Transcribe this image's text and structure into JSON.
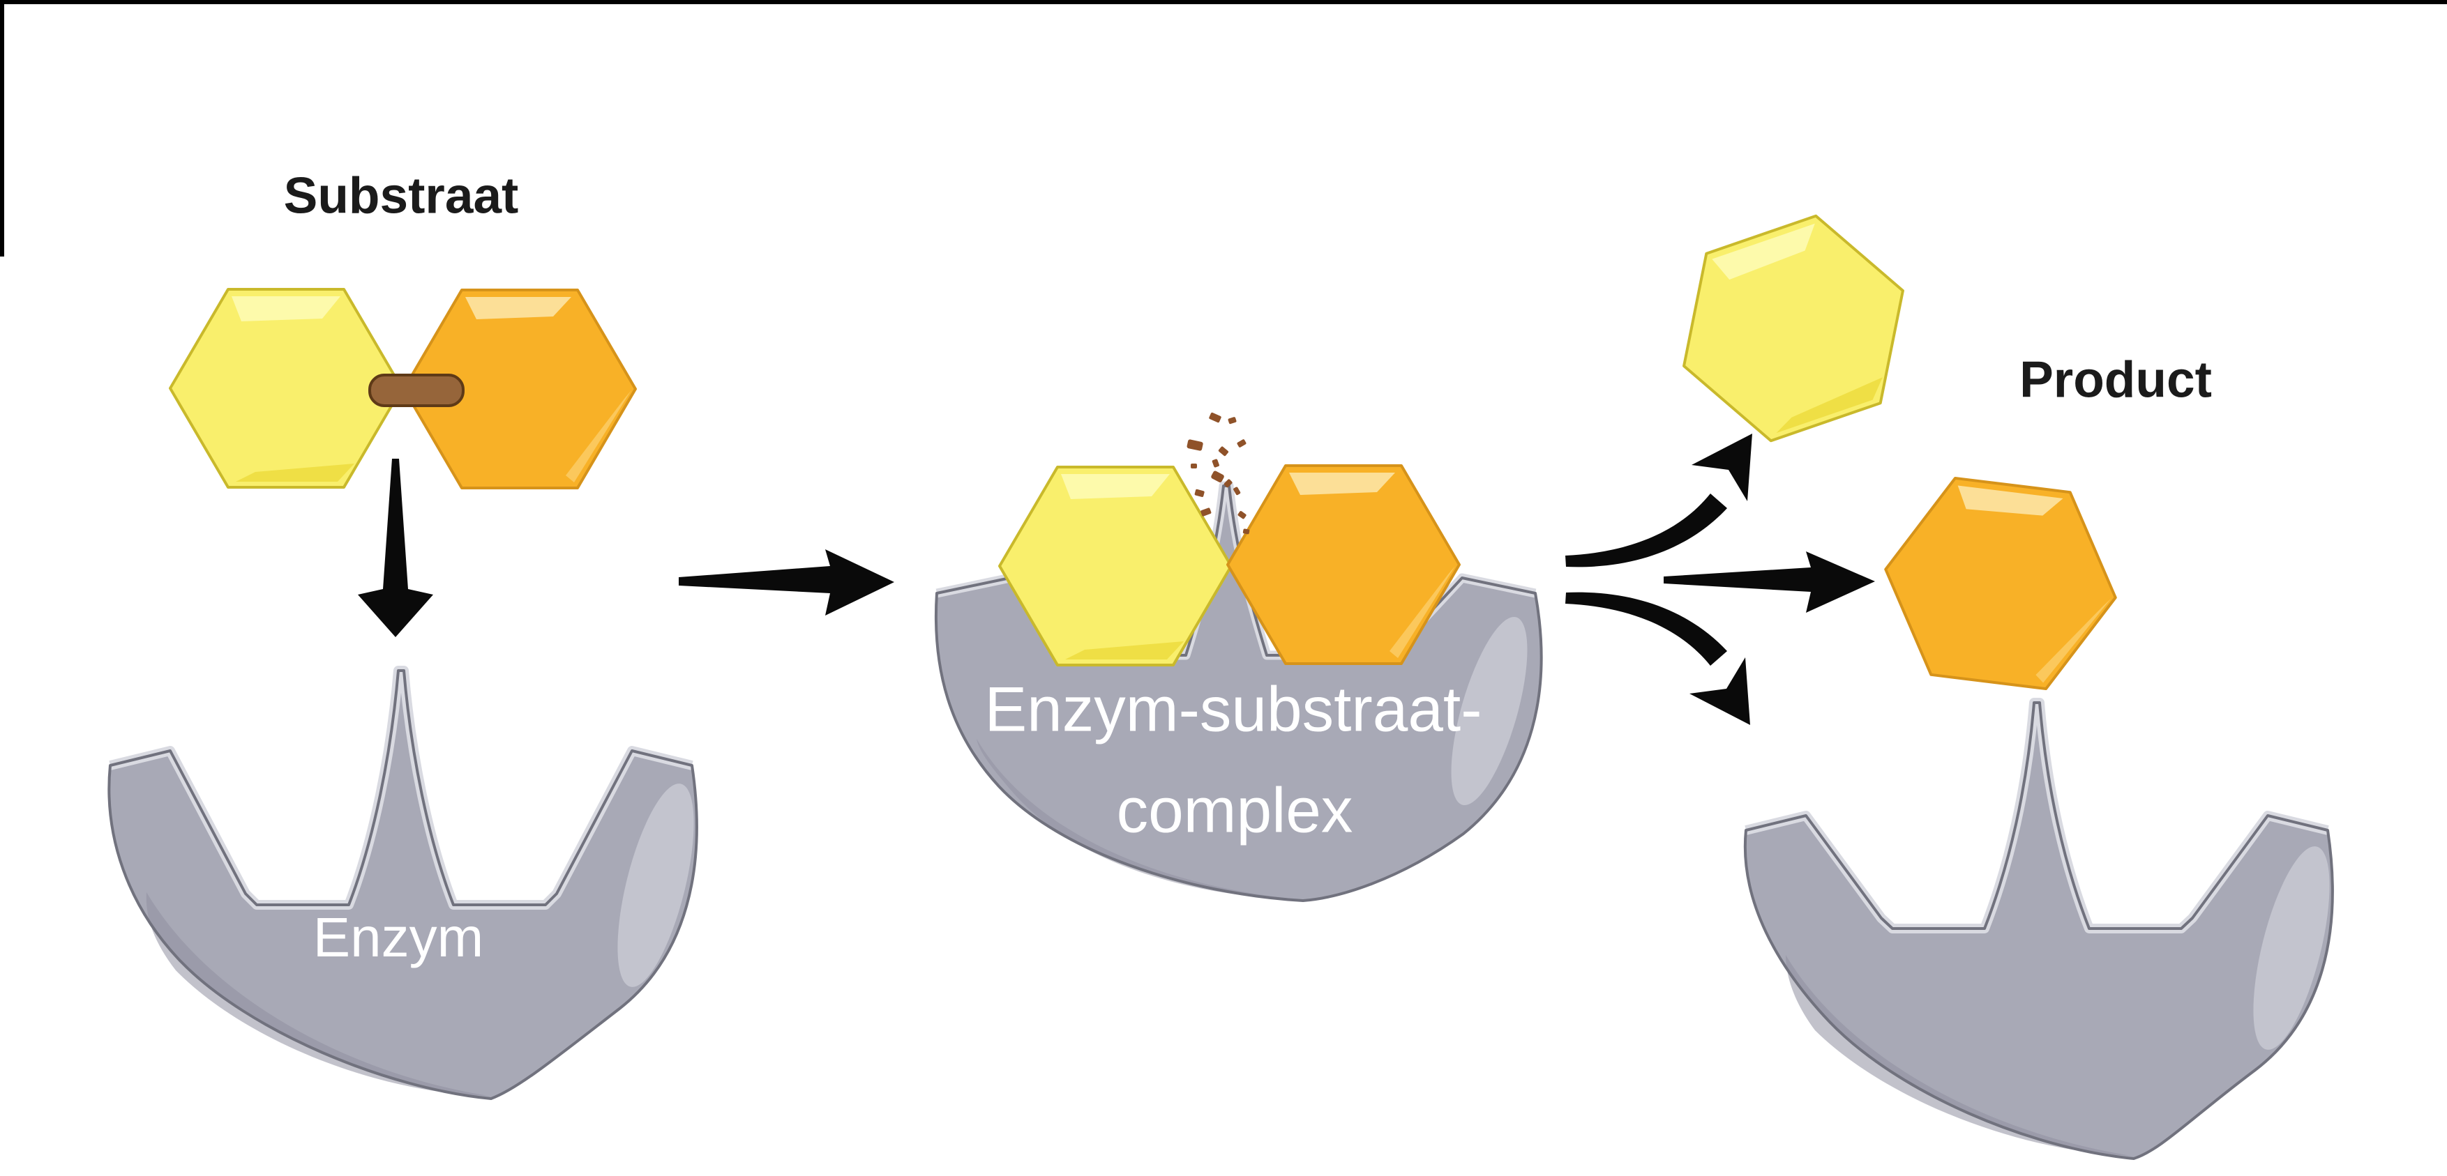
{
  "canvas": {
    "background": "#ffffff",
    "border_color": "#000000"
  },
  "labels": {
    "substrate": "Substraat",
    "enzyme": "Enzym",
    "complex_line1": "Enzym-substraat-",
    "complex_line2": "complex",
    "product": "Product"
  },
  "colors": {
    "label_text": "#1b1b1b",
    "bowl_label_text": "#ffffff",
    "arrow": "#0a0a0a",
    "hex_yellow_fill": "#F9EF6C",
    "hex_yellow_highlight": "#FDFBB2",
    "hex_yellow_facet": "#EFDF45",
    "hex_yellow_border": "#C9B92B",
    "hex_orange_fill": "#F8B127",
    "hex_orange_highlight": "#FCE4A4",
    "hex_orange_facet": "#FBC85C",
    "hex_orange_border": "#D6931A",
    "bond_fill": "#96653A",
    "bond_border": "#5E3A17",
    "fragment": "#8F5229",
    "bowl_fill": "#A8A9B6",
    "bowl_rim": "#D9DAE1",
    "bowl_outline": "#71727E",
    "bowl_highlight": "#C9CAD4",
    "bowl_shadow": "#8F90A0"
  }
}
